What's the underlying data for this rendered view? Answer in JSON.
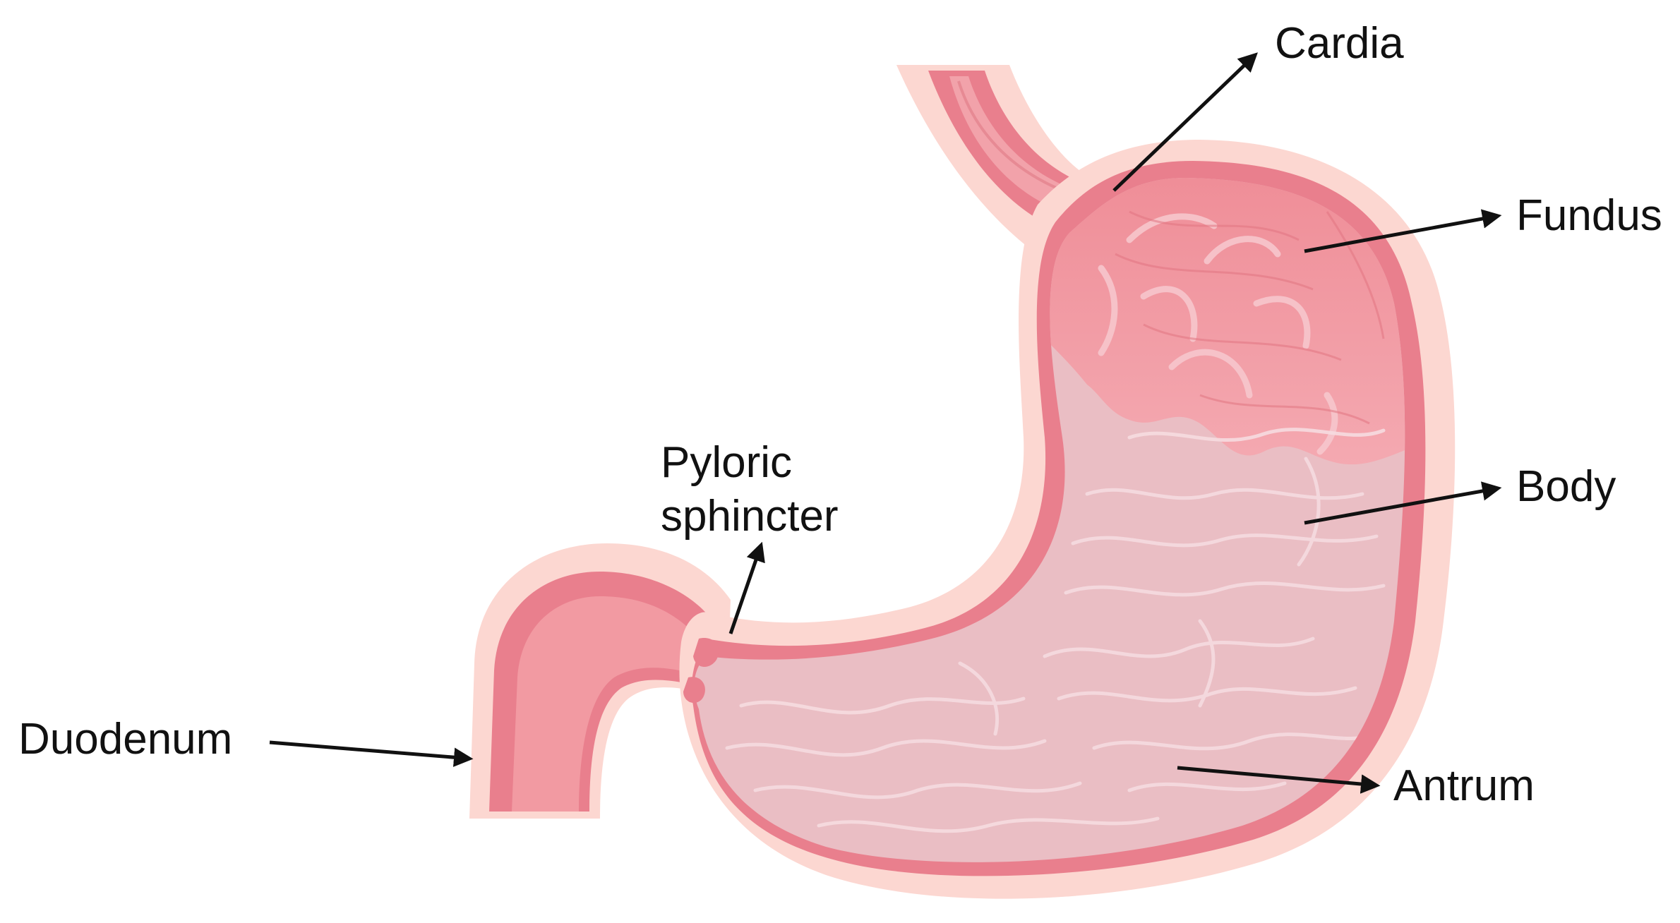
{
  "labels": {
    "cardia": "Cardia",
    "fundus": "Fundus",
    "body": "Body",
    "antrum": "Antrum",
    "pyloric_line1": "Pyloric",
    "pyloric_line2": "sphincter",
    "duodenum": "Duodenum"
  },
  "colors": {
    "outer_layer": "#fcd7d1",
    "muscle_wall": "#e97f8d",
    "interior": "#eabec4",
    "fundus_tissue": "#f2969f",
    "duodenum_lumen": "#f29aa2",
    "folds": "#f6dbe0",
    "arrow": "#111111",
    "text": "#111111"
  }
}
